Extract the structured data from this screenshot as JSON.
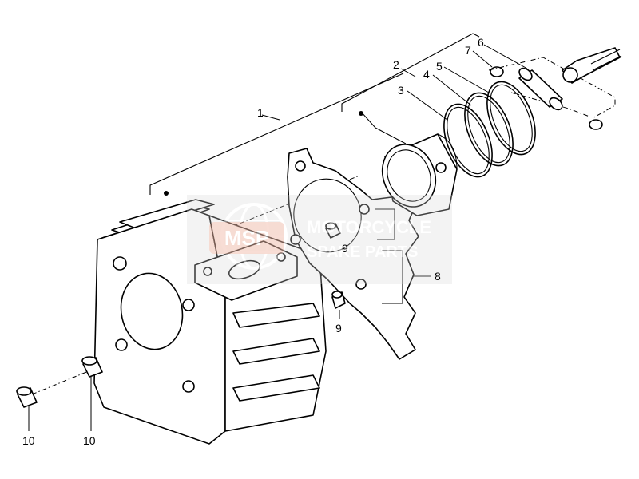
{
  "callouts": {
    "c1": "1",
    "c2": "2",
    "c3": "3",
    "c4": "4",
    "c5": "5",
    "c6": "6",
    "c7": "7",
    "c8": "8",
    "c9a": "9",
    "c9b": "9",
    "c10a": "10",
    "c10b": "10"
  },
  "watermark": {
    "line1": "MOTORCYCLE",
    "line2": "SPARE PARTS",
    "logo_icon": "globe-icon",
    "badge_text": "MSP",
    "color": "#c8c8c8",
    "accent": "#f0b4a0"
  }
}
